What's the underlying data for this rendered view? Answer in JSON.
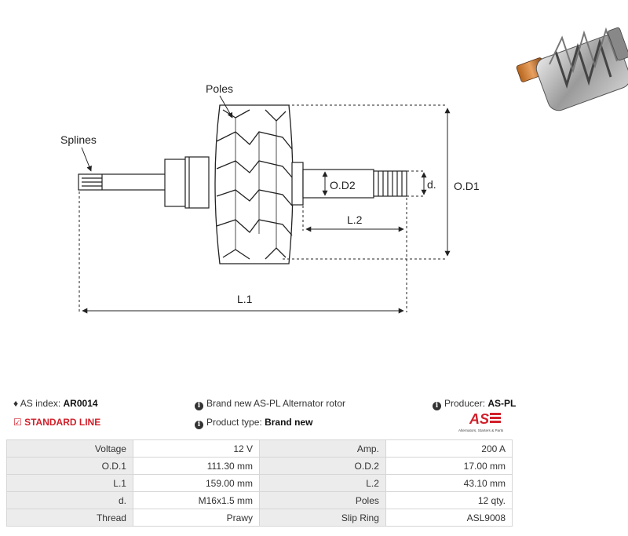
{
  "diagram": {
    "labels": {
      "poles": "Poles",
      "splines": "Splines",
      "od2": "O.D2",
      "d": "d.",
      "od1": "O.D1",
      "l2": "L.2",
      "l1": "L.1"
    }
  },
  "info": {
    "as_index_label": "AS index:",
    "as_index_value": "AR0014",
    "standard_line": "STANDARD LINE",
    "description": "Brand new AS-PL Alternator rotor",
    "product_type_label": "Product type:",
    "product_type_value": "Brand new",
    "producer_label": "Producer:",
    "producer_value": "AS-PL",
    "logo_text": "AS",
    "logo_subtext": "Alternators, Starters & Parts"
  },
  "specs": [
    [
      "Voltage",
      "12 V",
      "Amp.",
      "200 A"
    ],
    [
      "O.D.1",
      "111.30 mm",
      "O.D.2",
      "17.00 mm"
    ],
    [
      "L.1",
      "159.00 mm",
      "L.2",
      "43.10 mm"
    ],
    [
      "d.",
      "M16x1.5 mm",
      "Poles",
      "12 qty."
    ],
    [
      "Thread",
      "Prawy",
      "Slip Ring",
      "ASL9008"
    ]
  ]
}
